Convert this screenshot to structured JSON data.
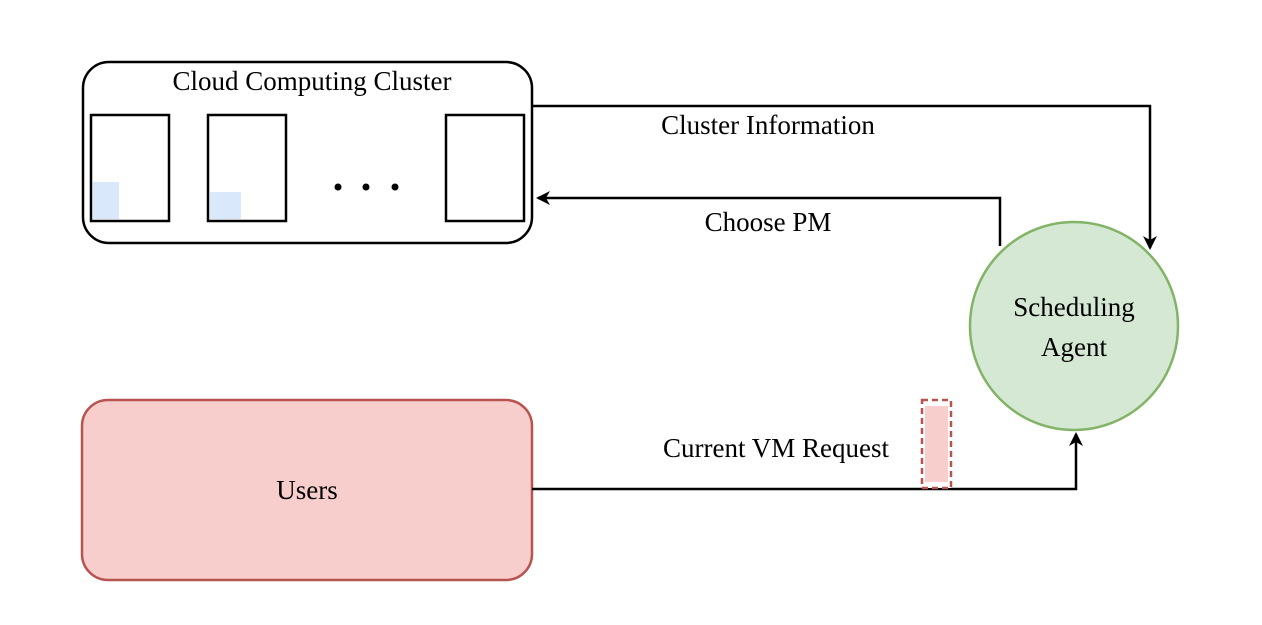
{
  "diagram": {
    "cluster": {
      "title": "Cloud Computing Cluster",
      "ellipsis": "• • •"
    },
    "users": {
      "label": "Users"
    },
    "agent": {
      "label_line1": "Scheduling",
      "label_line2": "Agent"
    },
    "edges": {
      "cluster_info": "Cluster Information",
      "choose_pm": "Choose PM",
      "vm_request": "Current VM Request"
    },
    "colors": {
      "pm_usage": "#dae8fc",
      "users_fill": "#f8cecc",
      "users_stroke": "#b85450",
      "agent_fill": "#d5e8d4",
      "agent_stroke": "#82b366",
      "edge": "#000000"
    }
  }
}
